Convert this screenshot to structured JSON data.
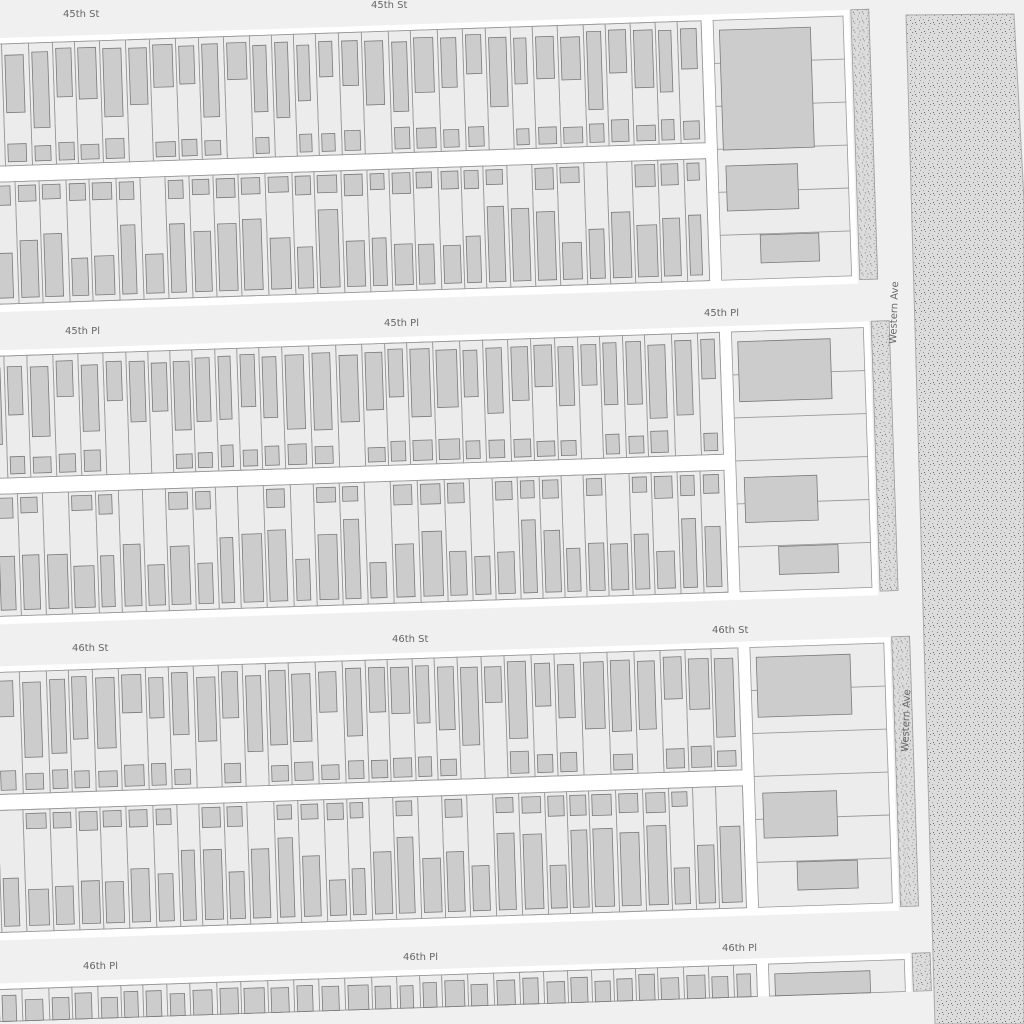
{
  "map": {
    "colors": {
      "road": "#f0f0f0",
      "block": "#ffffff",
      "lot": "#ececec",
      "lot_line": "#9a9a9a",
      "building": "#cccccc",
      "building_line": "#7a7a7a",
      "park": "#d6d6d6"
    },
    "street_labels": [
      {
        "name": "45th St",
        "id": "s1"
      },
      {
        "name": "45th St",
        "id": "s2"
      },
      {
        "name": "45th Pl",
        "id": "p1"
      },
      {
        "name": "45th Pl",
        "id": "p2"
      },
      {
        "name": "45th Pl",
        "id": "p3"
      },
      {
        "name": "46th St",
        "id": "s3"
      },
      {
        "name": "46th St",
        "id": "s4"
      },
      {
        "name": "46th St",
        "id": "s5"
      },
      {
        "name": "46th Pl",
        "id": "p4"
      },
      {
        "name": "46th Pl",
        "id": "p5"
      },
      {
        "name": "46th Pl",
        "id": "p6"
      }
    ],
    "avenue_labels": [
      "Western Ave",
      "Western Ave"
    ]
  }
}
